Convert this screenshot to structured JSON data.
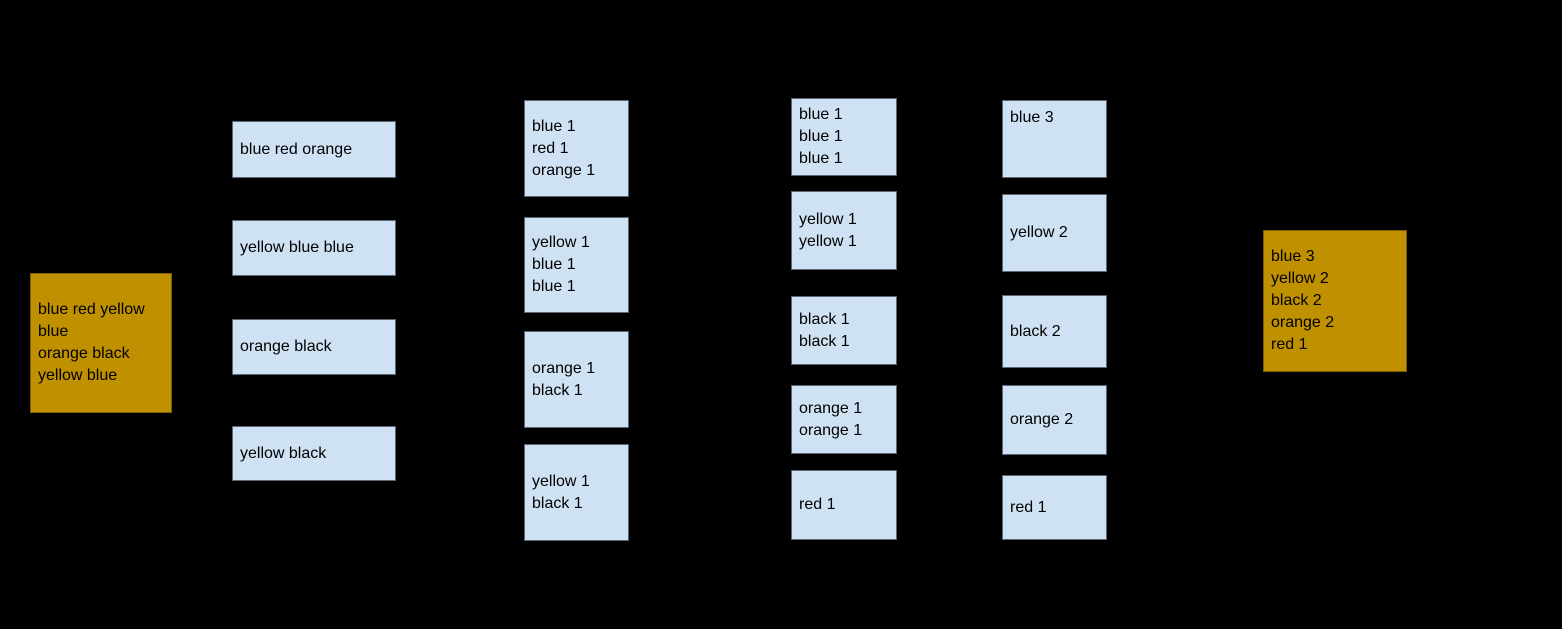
{
  "diagram": {
    "type": "mapreduce-word-count-flow",
    "colors": {
      "background": "#000000",
      "source_fill": "#BF9000",
      "source_border": "#7F6000",
      "stage_fill": "#CFE2F3",
      "stage_border": "#5A6673",
      "text": "#000000"
    },
    "nodes": {
      "input": "blue red yellow\nblue\norange black\nyellow blue",
      "split": [
        "blue red orange",
        "yellow blue blue",
        "orange black",
        "yellow black"
      ],
      "map": [
        "blue 1\nred 1\norange 1",
        "yellow 1\nblue 1\nblue 1",
        "orange 1\nblack 1",
        "yellow 1\nblack 1"
      ],
      "shuffle": [
        "blue 1\nblue 1\nblue 1",
        "yellow 1\nyellow 1",
        "black 1\nblack 1",
        "orange 1\norange 1",
        "red 1"
      ],
      "reduce": [
        "blue 3",
        "yellow 2",
        "black 2",
        "orange 2",
        "red 1"
      ],
      "result": "blue 3\nyellow 2\nblack 2\norange 2\nred 1"
    }
  }
}
